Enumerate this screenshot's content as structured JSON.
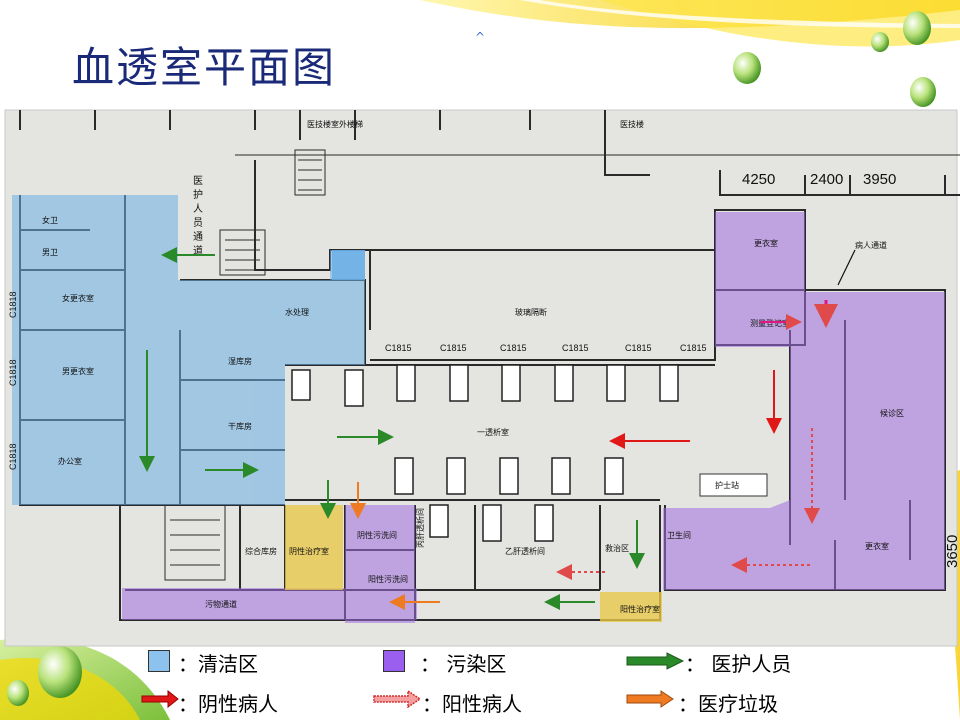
{
  "title": "血透室平面图",
  "caret": "^",
  "colors": {
    "clean": "#69aee6",
    "contaminated": "#a06ee0",
    "staff_arrow": "#2a8a2a",
    "negative_arrow": "#e01818",
    "positive_arrow": "#e04a4a",
    "waste_arrow": "#ee7a22",
    "title": "#1a2a78",
    "yellow_room": "#e8c84a"
  },
  "plan": {
    "top_labels": {
      "stair_outer": "医技楼室外楼梯",
      "building": "医技楼"
    },
    "dims_top": [
      "4250",
      "2400",
      "3950"
    ],
    "dim_right": "3650",
    "left_dims": [
      "C1818",
      "C1818",
      "C1818"
    ],
    "window_dims": [
      "C1815",
      "C1815",
      "C1815",
      "C1815",
      "C1815",
      "C1815"
    ],
    "vertical_label": [
      "医",
      "护",
      "人",
      "员",
      "通",
      "道"
    ],
    "rooms": {
      "women_wc": "女卫",
      "men_wc": "男卫",
      "women_locker": "女更衣室",
      "men_locker": "男更衣室",
      "office": "办公室",
      "water_treatment": "水处理",
      "wet_store": "湿库房",
      "dry_store": "干库房",
      "glass_partition": "玻璃隔断",
      "dialysis_room_a": "一透析室",
      "locker_top": "更衣室",
      "weigh_register": "测量登记室",
      "patient_passage": "病人通道",
      "waiting_area": "候诊区",
      "nurse_station": "护士站",
      "wc_right": "卫生间",
      "locker_right": "更衣室",
      "rescue_room": "救治区",
      "general_store": "综合库房",
      "positive_treatment": "阴性治疗室",
      "negative_wash_1": "阴性污洗间",
      "positive_wash": "阳性污洗间",
      "hep_c_room": "丙肝透析间",
      "hep_b_room": "乙肝透析间",
      "dirt_passage": "污物通道",
      "positive_treatment_2": "阳性治疗室"
    }
  },
  "legend": {
    "clean": "：清洁区",
    "contaminated": "：  污染区",
    "staff": "：  医护人员",
    "negative": "：阴性病人",
    "positive": "：阳性病人",
    "waste": "：医疗垃圾"
  }
}
